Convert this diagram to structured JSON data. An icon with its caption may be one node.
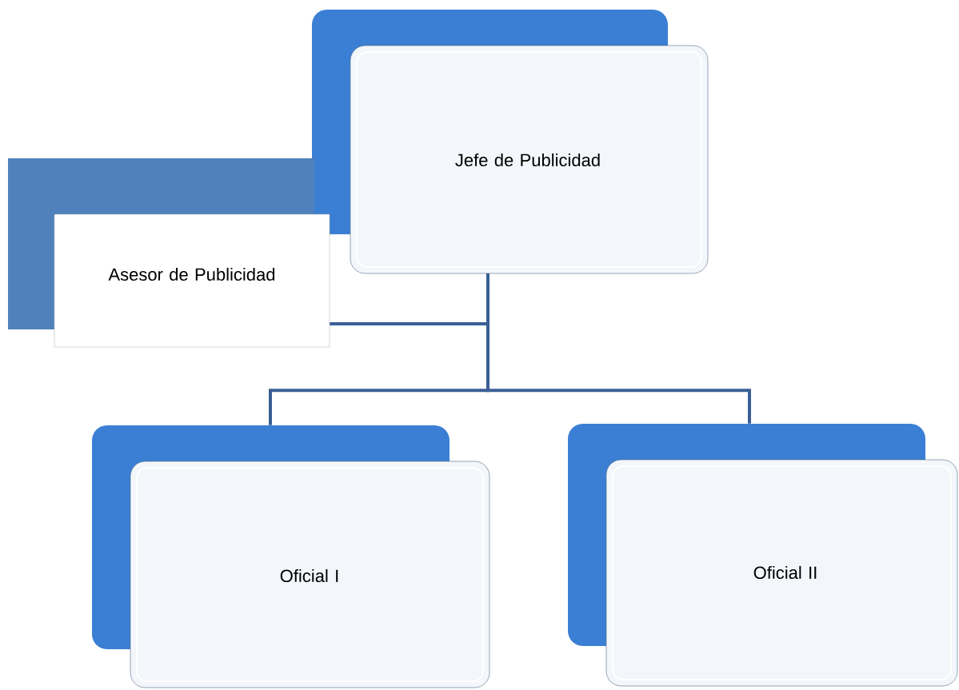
{
  "diagram": {
    "nodes": [
      {
        "text": [
          "Jefe de Publicidad"
        ]
      },
      {
        "text": [
          "Asesor de Publicidad"
        ]
      },
      {
        "text": [
          "Oficial I"
        ]
      },
      {
        "text": [
          "Oficial II"
        ]
      }
    ],
    "edges": [
      {
        "from": 0,
        "to": 1,
        "arrow": "none"
      },
      {
        "from": 0,
        "to": 2,
        "arrow": "none"
      },
      {
        "from": 0,
        "to": 3,
        "arrow": "none"
      }
    ]
  }
}
